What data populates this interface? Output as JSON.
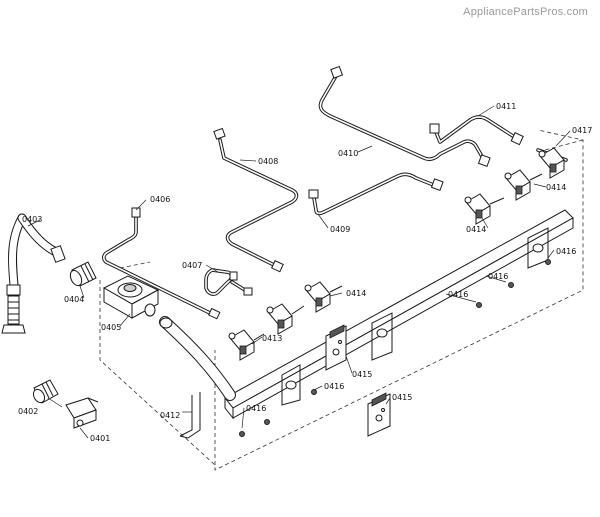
{
  "watermark": "AppliancePartsPros.com",
  "labels": {
    "p0401": "0401",
    "p0402": "0402",
    "p0403": "0403",
    "p0404": "0404",
    "p0405": "0405",
    "p0406": "0406",
    "p0407": "0407",
    "p0408": "0408",
    "p0409": "0409",
    "p0410": "0410",
    "p0411": "0411",
    "p0412": "0412",
    "p0413": "0413",
    "p0414_a": "0414",
    "p0414_b": "0414",
    "p0414_c": "0414",
    "p0415_a": "0415",
    "p0415_b": "0415",
    "p0416_a": "0416",
    "p0416_b": "0416",
    "p0416_c": "0416",
    "p0416_d": "0416",
    "p0416_e": "0416",
    "p0417": "0417"
  }
}
